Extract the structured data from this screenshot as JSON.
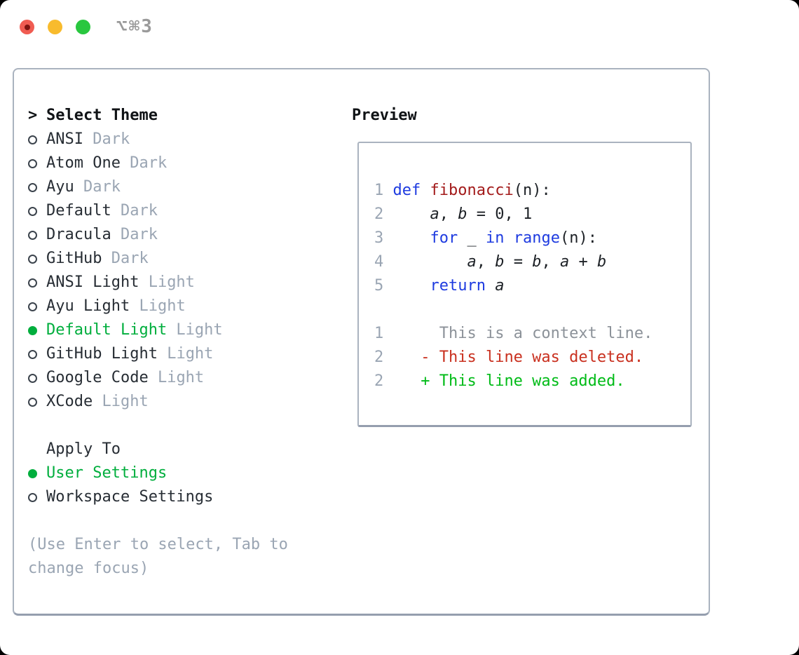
{
  "window": {
    "title": "⌥⌘3",
    "traffic_lights": [
      "close",
      "minimize",
      "zoom"
    ]
  },
  "colors": {
    "accent_green": "#00ae3d",
    "keyword_blue": "#1e3be0",
    "function_red": "#a31b1b",
    "diff_red": "#c9301f",
    "diff_green": "#00bb17",
    "muted_gray": "#9aa5b3",
    "context_gray": "#8c9299",
    "traffic_red": "#f05c52",
    "traffic_yellow": "#f8bb2d",
    "traffic_green": "#29c73f"
  },
  "theme_list": {
    "cursor": ">",
    "header": "Select Theme",
    "items": [
      {
        "label": "ANSI",
        "tag": "Dark",
        "selected": false
      },
      {
        "label": "Atom One",
        "tag": "Dark",
        "selected": false
      },
      {
        "label": "Ayu",
        "tag": "Dark",
        "selected": false
      },
      {
        "label": "Default",
        "tag": "Dark",
        "selected": false
      },
      {
        "label": "Dracula",
        "tag": "Dark",
        "selected": false
      },
      {
        "label": "GitHub",
        "tag": "Dark",
        "selected": false
      },
      {
        "label": "ANSI Light",
        "tag": "Light",
        "selected": false
      },
      {
        "label": "Ayu Light",
        "tag": "Light",
        "selected": false
      },
      {
        "label": "Default Light",
        "tag": "Light",
        "selected": true
      },
      {
        "label": "GitHub Light",
        "tag": "Light",
        "selected": false
      },
      {
        "label": "Google Code",
        "tag": "Light",
        "selected": false
      },
      {
        "label": "XCode",
        "tag": "Light",
        "selected": false
      }
    ]
  },
  "apply_to": {
    "header": "Apply To",
    "options": [
      {
        "label": "User Settings",
        "selected": true
      },
      {
        "label": "Workspace Settings",
        "selected": false
      }
    ]
  },
  "hint": {
    "text": "(Use Enter to select, Tab to change focus)"
  },
  "preview": {
    "header": "Preview",
    "lines": [
      {
        "kind": "code",
        "segments": [
          {
            "t": "1",
            "c": "num"
          },
          {
            "t": " ",
            "c": "plain"
          },
          {
            "t": "def",
            "c": "kw"
          },
          {
            "t": " ",
            "c": "plain"
          },
          {
            "t": "fibonacci",
            "c": "fn"
          },
          {
            "t": "(n):",
            "c": "plain"
          }
        ]
      },
      {
        "kind": "code",
        "segments": [
          {
            "t": "2",
            "c": "num"
          },
          {
            "t": "     ",
            "c": "plain"
          },
          {
            "t": "a",
            "c": "var"
          },
          {
            "t": ", ",
            "c": "plain"
          },
          {
            "t": "b",
            "c": "var"
          },
          {
            "t": " = 0, 1",
            "c": "plain"
          }
        ]
      },
      {
        "kind": "code",
        "segments": [
          {
            "t": "3",
            "c": "num"
          },
          {
            "t": "     ",
            "c": "plain"
          },
          {
            "t": "for",
            "c": "kw"
          },
          {
            "t": " _ ",
            "c": "plain"
          },
          {
            "t": "in",
            "c": "kw"
          },
          {
            "t": " ",
            "c": "plain"
          },
          {
            "t": "range",
            "c": "kw"
          },
          {
            "t": "(n):",
            "c": "plain"
          }
        ]
      },
      {
        "kind": "code",
        "segments": [
          {
            "t": "4",
            "c": "num"
          },
          {
            "t": "         ",
            "c": "plain"
          },
          {
            "t": "a",
            "c": "var"
          },
          {
            "t": ", ",
            "c": "plain"
          },
          {
            "t": "b",
            "c": "var"
          },
          {
            "t": " = ",
            "c": "plain"
          },
          {
            "t": "b",
            "c": "var"
          },
          {
            "t": ", ",
            "c": "plain"
          },
          {
            "t": "a",
            "c": "var"
          },
          {
            "t": " + ",
            "c": "plain"
          },
          {
            "t": "b",
            "c": "var"
          }
        ]
      },
      {
        "kind": "code",
        "segments": [
          {
            "t": "5",
            "c": "num"
          },
          {
            "t": "     ",
            "c": "plain"
          },
          {
            "t": "return",
            "c": "kw"
          },
          {
            "t": " ",
            "c": "plain"
          },
          {
            "t": "a",
            "c": "var"
          }
        ]
      },
      {
        "kind": "blank",
        "segments": []
      },
      {
        "kind": "context",
        "segments": [
          {
            "t": "1",
            "c": "num"
          },
          {
            "t": "      This is a context line.",
            "c": "ctx"
          }
        ]
      },
      {
        "kind": "deleted",
        "segments": [
          {
            "t": "2",
            "c": "num"
          },
          {
            "t": "    ",
            "c": "plain"
          },
          {
            "t": "- This line was deleted.",
            "c": "del"
          }
        ]
      },
      {
        "kind": "added",
        "segments": [
          {
            "t": "2",
            "c": "num"
          },
          {
            "t": "    ",
            "c": "plain"
          },
          {
            "t": "+ This line was added.",
            "c": "add"
          }
        ]
      }
    ]
  }
}
